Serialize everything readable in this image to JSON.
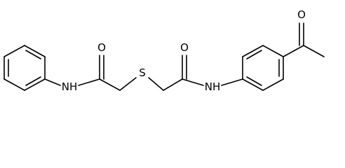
{
  "atoms": {
    "o_left": "O",
    "nh_left": "NH",
    "s_center": "S",
    "o_mid": "O",
    "nh_right": "NH",
    "o_acetyl": "O"
  }
}
